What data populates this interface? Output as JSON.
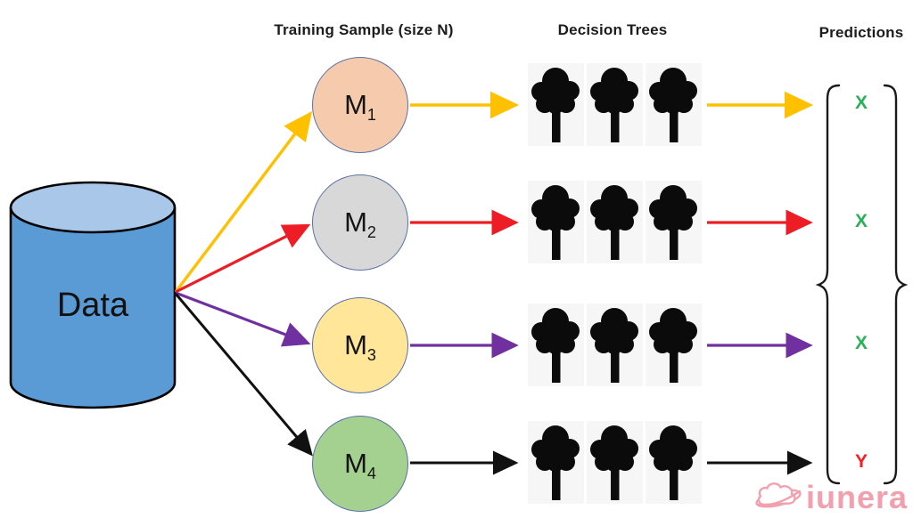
{
  "columns": {
    "training_sample": "Training Sample (size N)",
    "decision_trees": "Decision Trees",
    "predictions": "Predictions"
  },
  "data_source": {
    "label": "Data"
  },
  "models": [
    {
      "name": "M1",
      "label": "M",
      "subscript": "1",
      "circle_color": "#F6CBAD",
      "arrow_color": "#FFC000",
      "tree_count": 3,
      "prediction": "X",
      "prediction_color": "#29B158"
    },
    {
      "name": "M2",
      "label": "M",
      "subscript": "2",
      "circle_color": "#D8D8D8",
      "arrow_color": "#EE1C25",
      "tree_count": 3,
      "prediction": "X",
      "prediction_color": "#29B158"
    },
    {
      "name": "M3",
      "label": "M",
      "subscript": "3",
      "circle_color": "#FFE699",
      "arrow_color": "#7030A0",
      "tree_count": 3,
      "prediction": "X",
      "prediction_color": "#29B158"
    },
    {
      "name": "M4",
      "label": "M",
      "subscript": "4",
      "circle_color": "#A5D190",
      "arrow_color": "#111111",
      "tree_count": 3,
      "prediction": "Y",
      "prediction_color": "#FA1D23"
    }
  ],
  "colors": {
    "cylinder_body": "#5B9BD5",
    "cylinder_top": "#A9C7E9",
    "circle_border": "#5B71A8",
    "tree_icon": "#0B0B0B",
    "tree_tile_bg": "#F6F6F6",
    "brace": "#1A1A1A"
  },
  "logo": {
    "text": "iunera",
    "color": "#F2A0AE",
    "icon": "cloud-ring-icon"
  }
}
